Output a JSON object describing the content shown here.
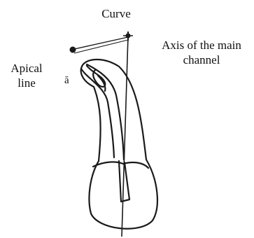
{
  "labels": {
    "curve": "Curve",
    "apical_line": [
      "Apical",
      "line"
    ],
    "main_channel_axis": [
      "Axis of the main",
      "channel"
    ],
    "residual_text": "ă"
  },
  "colors": {
    "ink": "#1a1a1a",
    "background": "#ffffff"
  }
}
